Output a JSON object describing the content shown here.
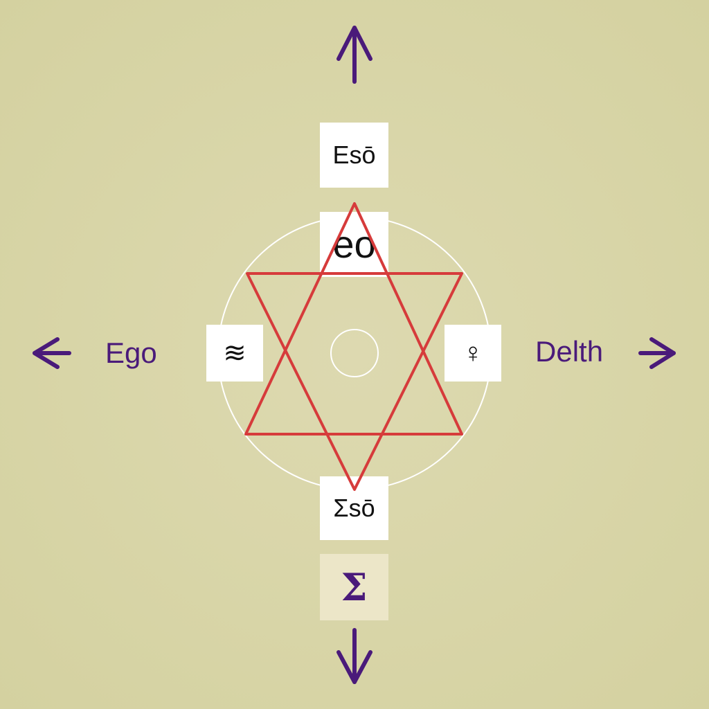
{
  "colors": {
    "background": "#d6d3a3",
    "arrow": "#4a1a7a",
    "star": "#d63b3b",
    "circle": "#ffffff",
    "box": "#ffffff",
    "text_dark": "#111111",
    "text_purple": "#4a1a7a"
  },
  "labels": {
    "top": "Esō",
    "center_top": "eo",
    "bottom": "Σsō",
    "left_side": "Ego",
    "right_side": "Delth",
    "left_symbol": "≋",
    "right_symbol": "♀",
    "bottom_symbol": "Σ"
  },
  "icons": {
    "up": "arrow-up-icon",
    "down": "arrow-down-icon",
    "left": "arrow-left-icon",
    "right": "arrow-right-icon",
    "layers": "layers-icon",
    "venus": "venus-icon",
    "sigma": "sigma-icon"
  }
}
